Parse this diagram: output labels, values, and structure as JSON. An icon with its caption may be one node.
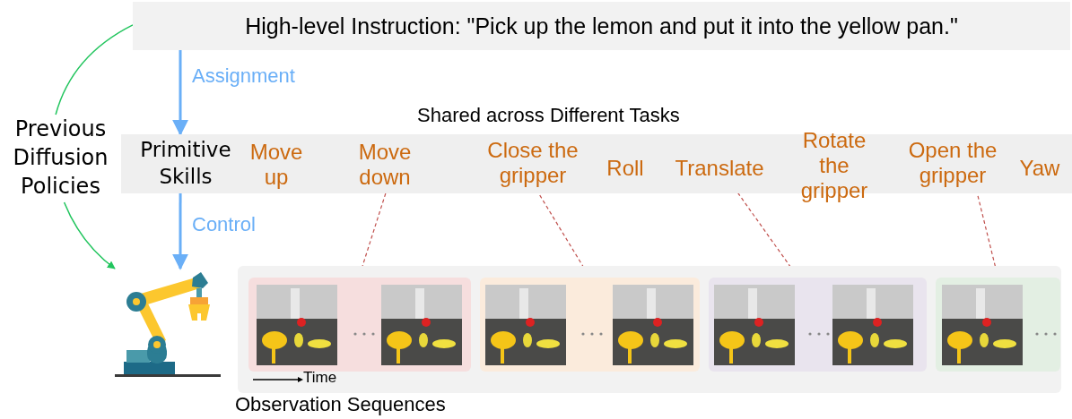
{
  "diagram": {
    "nodes": [
      {
        "text": [
          "High-level Instruction: \"Pick up the lemon and put it into the yellow pan.\""
        ]
      },
      {
        "text": [
          "Shared across Different Tasks",
          "Primitive Skills"
        ]
      },
      {
        "text": [
          "Move up"
        ],
        "in": 1
      },
      {
        "text": [
          "Move down"
        ],
        "in": 1
      },
      {
        "text": [
          "Close the gripper"
        ],
        "in": 1
      },
      {
        "text": [
          "Roll"
        ],
        "in": 1
      },
      {
        "text": [
          "Translate"
        ],
        "in": 1
      },
      {
        "text": [
          "Rotate the gripper"
        ],
        "in": 1
      },
      {
        "text": [
          "Open the gripper"
        ],
        "in": 1
      },
      {
        "text": [
          "Yaw"
        ],
        "in": 1
      },
      {
        "text": [
          "Previous Diffusion Policies"
        ]
      },
      {
        "text": [],
        "shape": "picture"
      },
      {
        "text": [
          "Observation Sequences"
        ]
      },
      {
        "text": [],
        "shape": "box",
        "in": 12
      },
      {
        "text": [],
        "shape": "box",
        "in": 12
      },
      {
        "text": [],
        "shape": "box",
        "in": 12
      },
      {
        "text": [],
        "shape": "box",
        "in": 12
      },
      {
        "text": [],
        "shape": "picture",
        "in": 13
      },
      {
        "text": [],
        "shape": "picture",
        "in": 13
      },
      {
        "text": [],
        "shape": "picture",
        "in": 14
      },
      {
        "text": [],
        "shape": "picture",
        "in": 14
      },
      {
        "text": [],
        "shape": "picture",
        "in": 15
      },
      {
        "text": [],
        "shape": "picture",
        "in": 15
      },
      {
        "text": [],
        "shape": "picture",
        "in": 16
      }
    ],
    "edges": [
      {
        "from": 10,
        "to": 0,
        "arrow": "none",
        "color": "#22c55e"
      },
      {
        "from": 10,
        "to": 11,
        "arrow": "to",
        "color": "#22c55e"
      },
      {
        "from": 0,
        "to": 1,
        "arrow": "to",
        "label": "Assignment",
        "color": "#6aaff7",
        "style": "thick"
      },
      {
        "from": 1,
        "to": 11,
        "arrow": "to",
        "label": "Control",
        "color": "#6aaff7",
        "style": "thick"
      },
      {
        "from": 3,
        "to": 13,
        "arrow": "none",
        "style": "dashed"
      },
      {
        "from": 4,
        "to": 14,
        "arrow": "none",
        "style": "dashed"
      },
      {
        "from": 6,
        "to": 15,
        "arrow": "none",
        "style": "dashed"
      },
      {
        "from": 8,
        "to": 16,
        "arrow": "none",
        "style": "dashed"
      }
    ],
    "labels": [
      "Time"
    ]
  }
}
